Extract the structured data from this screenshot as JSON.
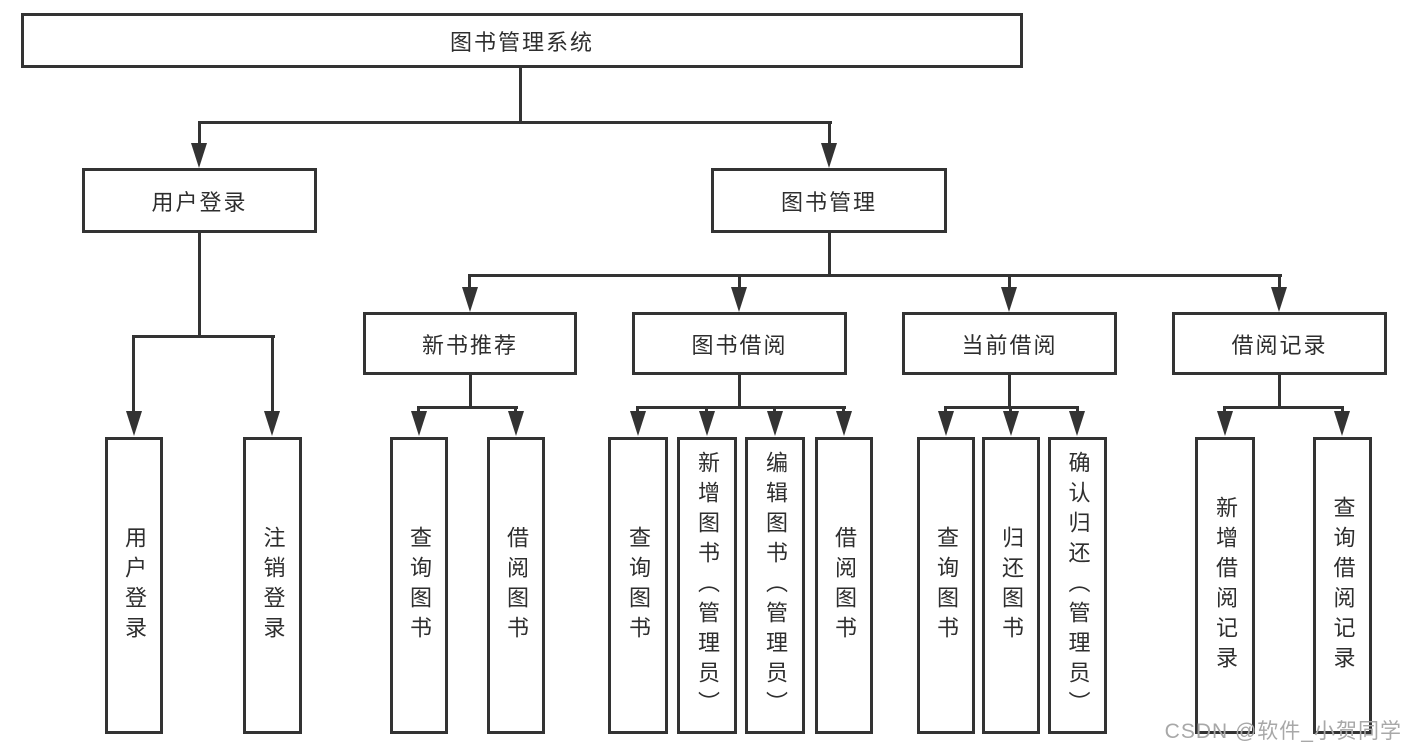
{
  "diagram": {
    "root": {
      "label": "图书管理系统"
    },
    "user_login": {
      "label": "用户登录",
      "children": {
        "login": {
          "label": "用户登录"
        },
        "logout": {
          "label": "注销登录"
        }
      }
    },
    "book_mgmt": {
      "label": "图书管理"
    },
    "new_book_rec": {
      "label": "新书推荐",
      "children": {
        "query": {
          "label": "查询图书"
        },
        "borrow": {
          "label": "借阅图书"
        }
      }
    },
    "book_borrow": {
      "label": "图书借阅",
      "children": {
        "query": {
          "label": "查询图书"
        },
        "add": {
          "label": "新增图书（管理员）"
        },
        "edit": {
          "label": "编辑图书（管理员）"
        },
        "borrow": {
          "label": "借阅图书"
        }
      }
    },
    "current_borrow": {
      "label": "当前借阅",
      "children": {
        "query": {
          "label": "查询图书"
        },
        "return": {
          "label": "归还图书"
        },
        "confirm": {
          "label": "确认归还（管理员）"
        }
      }
    },
    "borrow_records": {
      "label": "借阅记录",
      "children": {
        "add": {
          "label": "新增借阅记录"
        },
        "query": {
          "label": "查询借阅记录"
        }
      }
    }
  },
  "watermark": {
    "text": "CSDN @软件_小贺同学"
  },
  "colors": {
    "line": "#333333",
    "border": "#333333",
    "text": "#2e2e2e",
    "watermark": "#a8a8a8",
    "background": "#ffffff"
  }
}
